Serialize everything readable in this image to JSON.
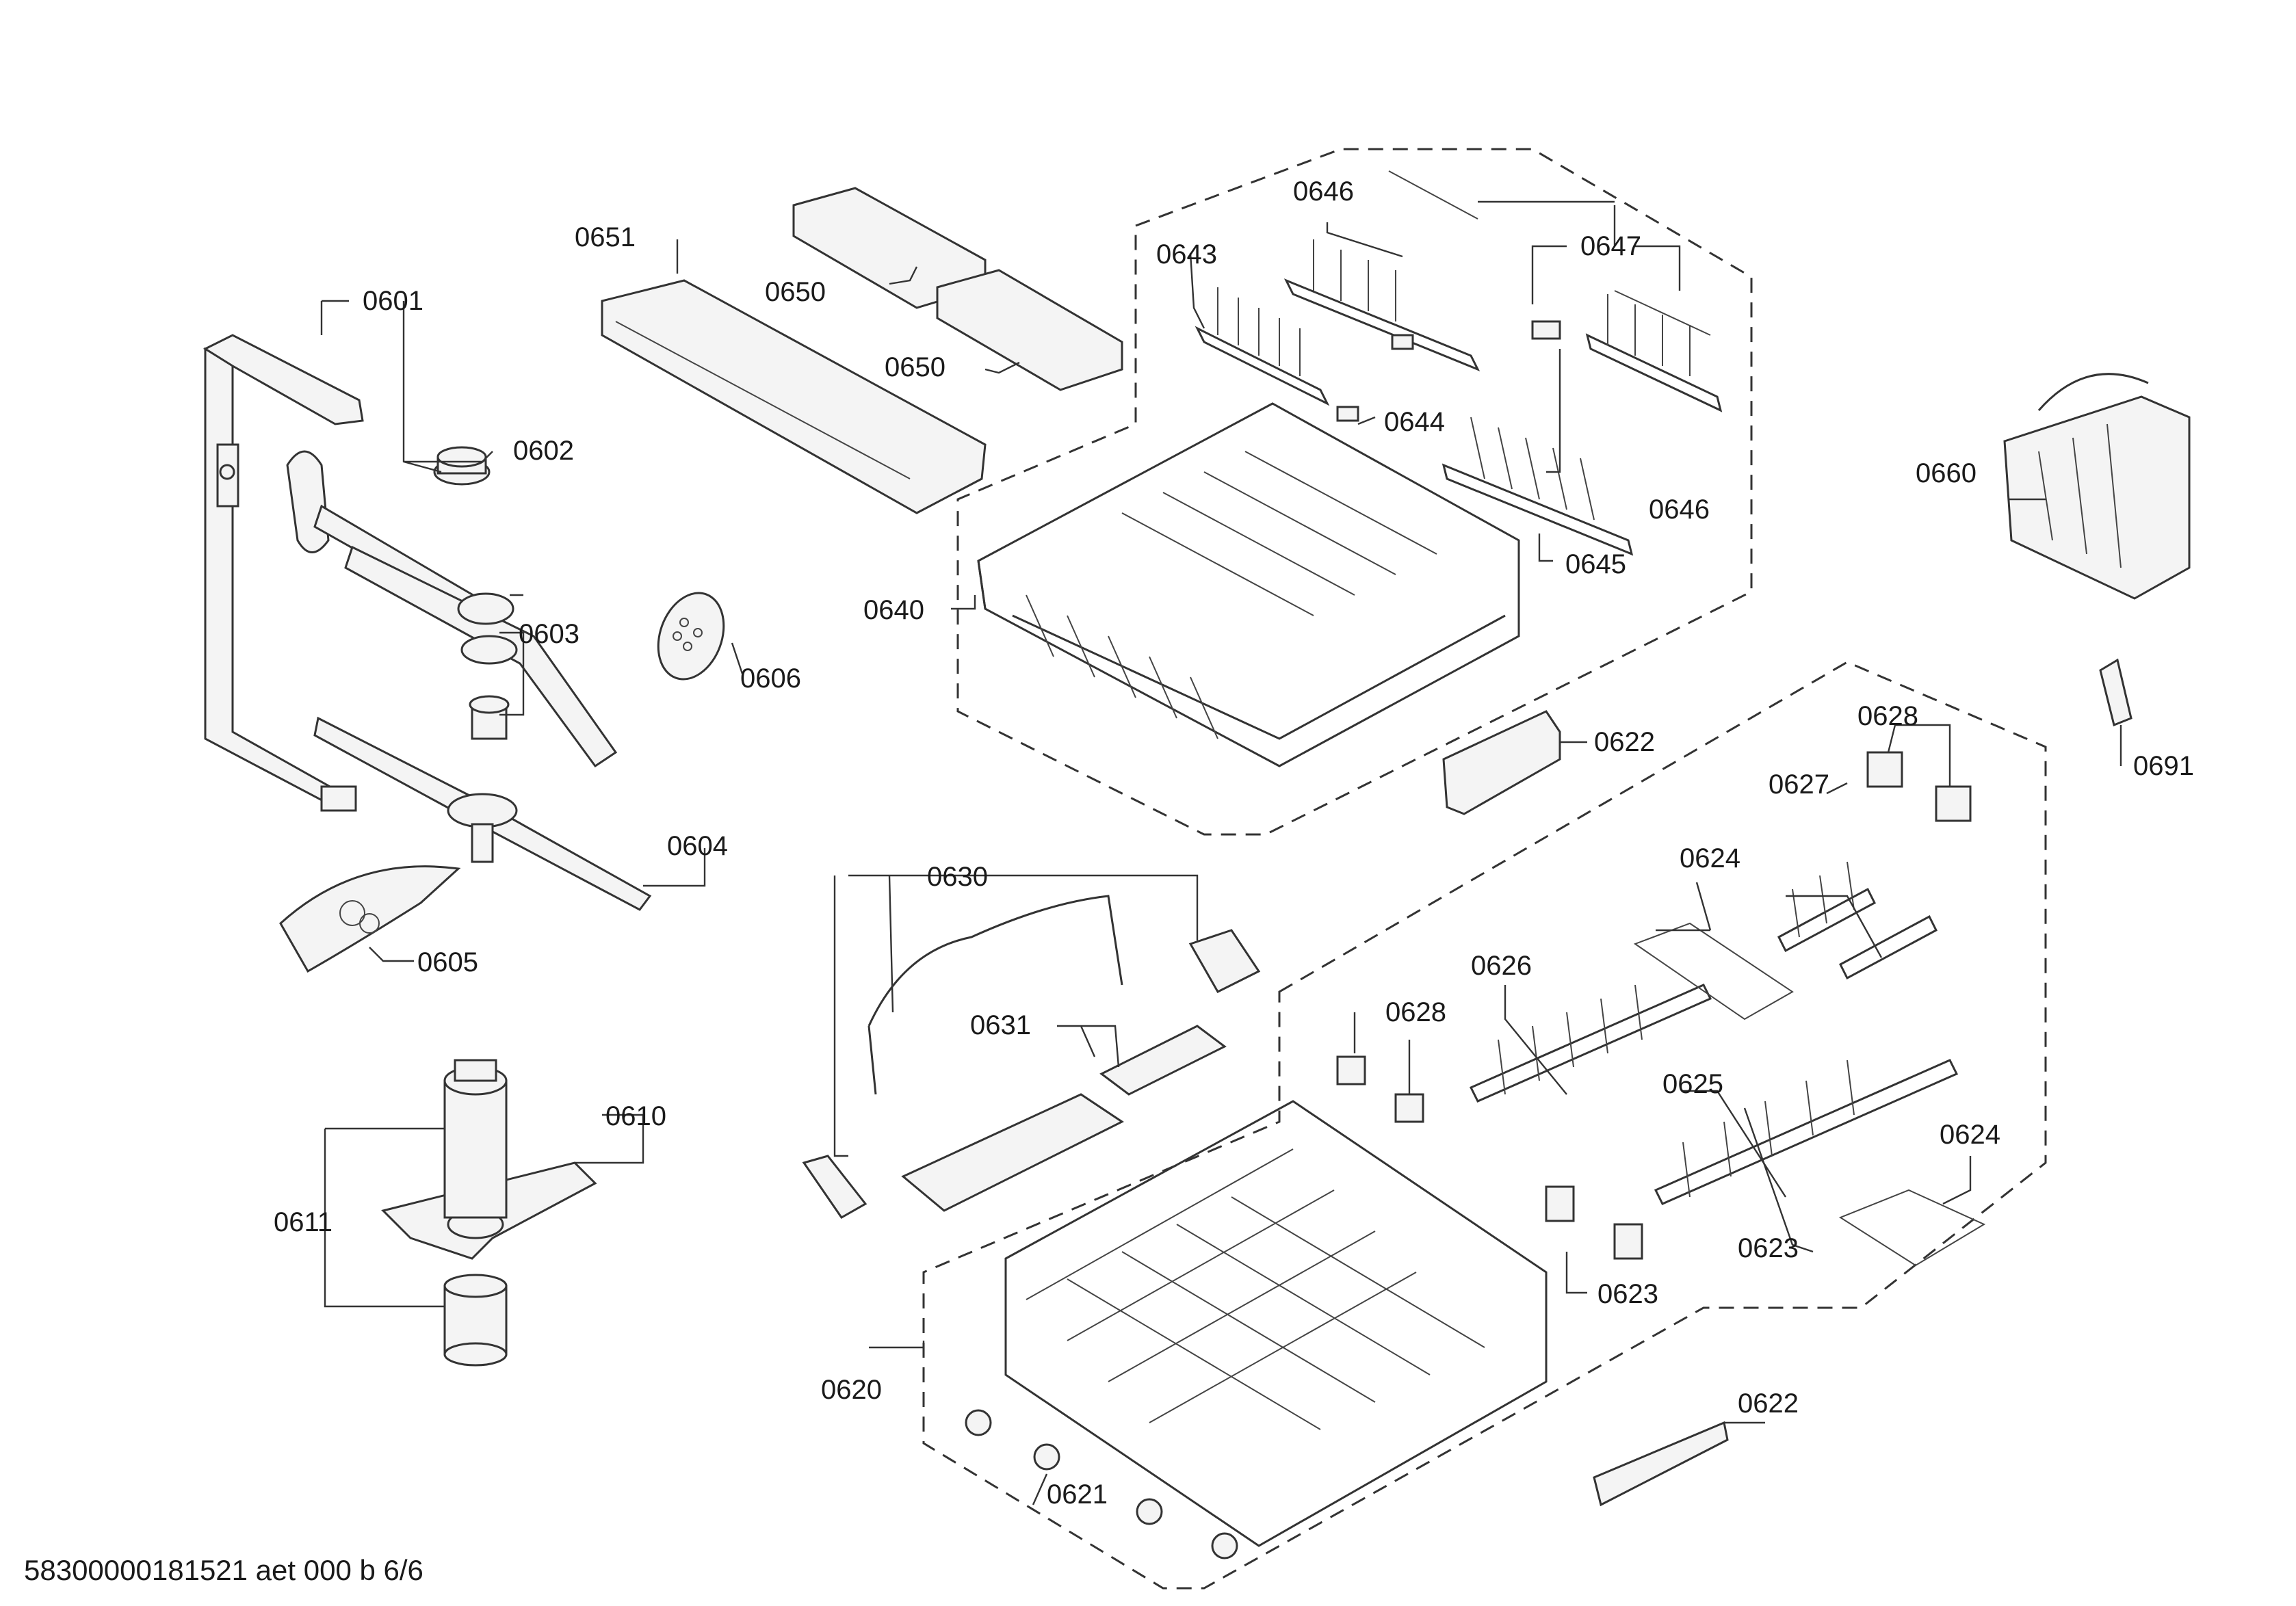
{
  "callouts": [
    {
      "id": "0601",
      "text": "0601"
    },
    {
      "id": "0602",
      "text": "0602"
    },
    {
      "id": "0603",
      "text": "0603"
    },
    {
      "id": "0604",
      "text": "0604"
    },
    {
      "id": "0605",
      "text": "0605"
    },
    {
      "id": "0606",
      "text": "0606"
    },
    {
      "id": "0610",
      "text": "0610"
    },
    {
      "id": "0611",
      "text": "0611"
    },
    {
      "id": "0620",
      "text": "0620"
    },
    {
      "id": "0621",
      "text": "0621"
    },
    {
      "id": "0622a",
      "text": "0622"
    },
    {
      "id": "0622b",
      "text": "0622"
    },
    {
      "id": "0623a",
      "text": "0623"
    },
    {
      "id": "0623b",
      "text": "0623"
    },
    {
      "id": "0624a",
      "text": "0624"
    },
    {
      "id": "0624b",
      "text": "0624"
    },
    {
      "id": "0625",
      "text": "0625"
    },
    {
      "id": "0626",
      "text": "0626"
    },
    {
      "id": "0627",
      "text": "0627"
    },
    {
      "id": "0628a",
      "text": "0628"
    },
    {
      "id": "0628b",
      "text": "0628"
    },
    {
      "id": "0630",
      "text": "0630"
    },
    {
      "id": "0631",
      "text": "0631"
    },
    {
      "id": "0640",
      "text": "0640"
    },
    {
      "id": "0643",
      "text": "0643"
    },
    {
      "id": "0644",
      "text": "0644"
    },
    {
      "id": "0645",
      "text": "0645"
    },
    {
      "id": "0646a",
      "text": "0646"
    },
    {
      "id": "0646b",
      "text": "0646"
    },
    {
      "id": "0647",
      "text": "0647"
    },
    {
      "id": "0650a",
      "text": "0650"
    },
    {
      "id": "0650b",
      "text": "0650"
    },
    {
      "id": "0651",
      "text": "0651"
    },
    {
      "id": "0660",
      "text": "0660"
    },
    {
      "id": "0691",
      "text": "0691"
    }
  ],
  "footer": {
    "text": "58300000181521 aet 000 b 6/6"
  }
}
